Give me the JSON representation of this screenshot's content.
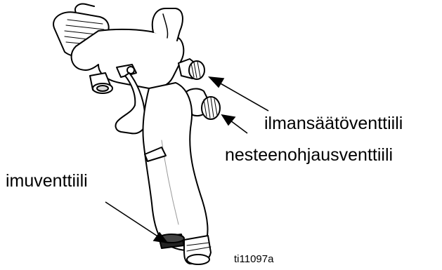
{
  "labels": {
    "air_valve": "ilmansäätöventtiili",
    "fluid_valve": "nesteenohjausventtiili",
    "suction_valve": "imuventtiili",
    "figure_id": "ti11097a"
  },
  "illustration": {
    "subject": "spray-gun",
    "outline_color": "#000000",
    "fill_color": "#ffffff",
    "shade_color": "#d9d9d9"
  }
}
